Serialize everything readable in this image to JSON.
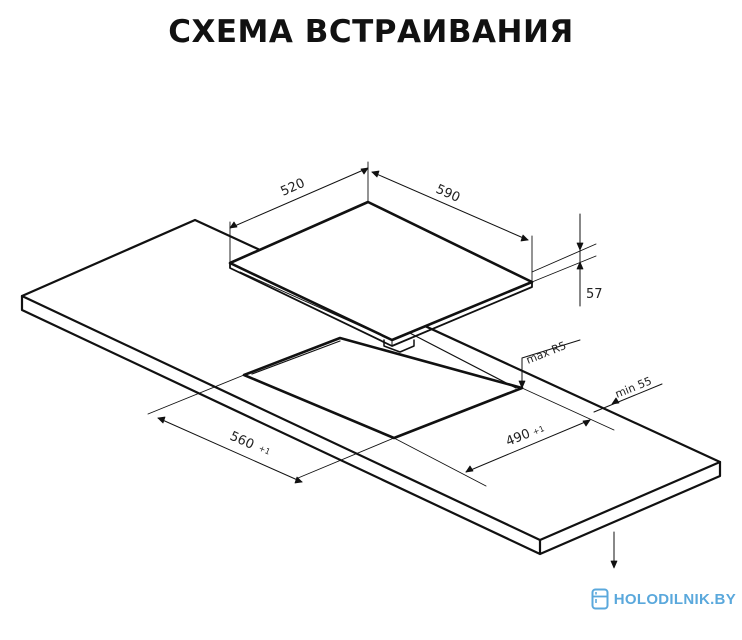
{
  "title": "СХЕМА ВСТРАИВАНИЯ",
  "dimensions": {
    "hob_depth": "520",
    "hob_width": "590",
    "hob_height": "57",
    "corner_radius": "max R5",
    "min_gap": "min 55",
    "cutout_width": "560",
    "cutout_width_tol": "+1",
    "cutout_depth": "490",
    "cutout_depth_tol": "+1"
  },
  "logo": {
    "text": "HOLODILNIK.BY",
    "color": "#5aa8dc"
  }
}
